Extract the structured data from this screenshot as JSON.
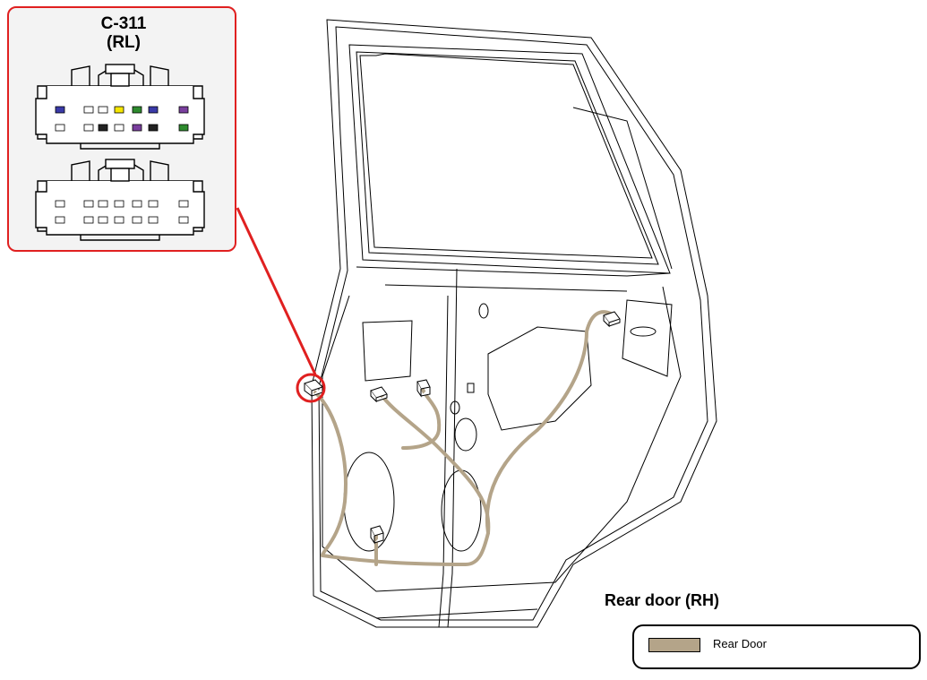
{
  "callout": {
    "connector_id": "C-311",
    "position": "(RL)"
  },
  "view_title": "Rear door (RH)",
  "legend": {
    "items": [
      {
        "label": "Rear Door",
        "color": "#b4a489"
      }
    ]
  },
  "colors": {
    "callout_border": "#e02020",
    "harness": "#b4a489",
    "pin_yellow": "#f5e600",
    "pin_blue": "#3a3aa8",
    "pin_purple": "#7a3f9e",
    "pin_green": "#2e8b2e"
  }
}
